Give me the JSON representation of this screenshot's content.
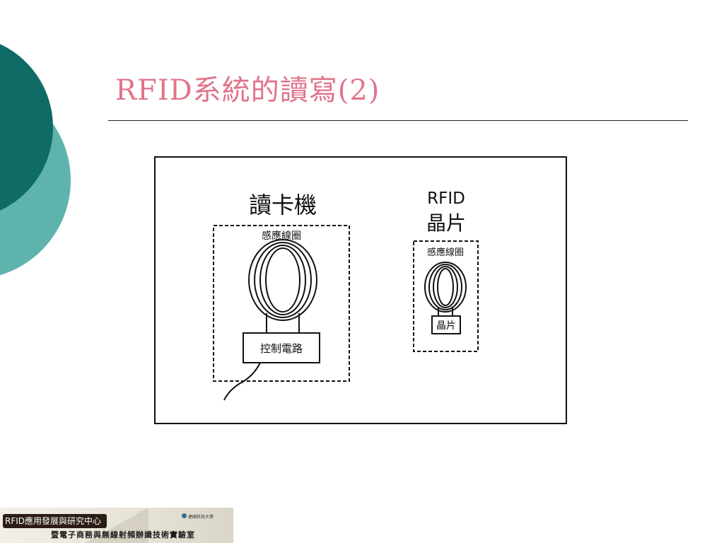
{
  "slide": {
    "title": "RFID系統的讀寫(2)"
  },
  "diagram": {
    "reader": {
      "heading": "讀卡機",
      "coil_label": "感應線圈",
      "circuit_label": "控制電路"
    },
    "tag": {
      "heading_line1": "RFID",
      "heading_line2": "晶片",
      "coil_label": "感應線圈",
      "chip_label": "晶片"
    }
  },
  "footer": {
    "center_name": "RFID應用發展與研究中心",
    "university": "建國科技大學",
    "lab_name": "暨電子商務與無線射頻辦識技術實驗室"
  },
  "colors": {
    "title": "#e0748a",
    "deco_dark": "#0f6b66",
    "deco_light": "#5fb3ad"
  }
}
